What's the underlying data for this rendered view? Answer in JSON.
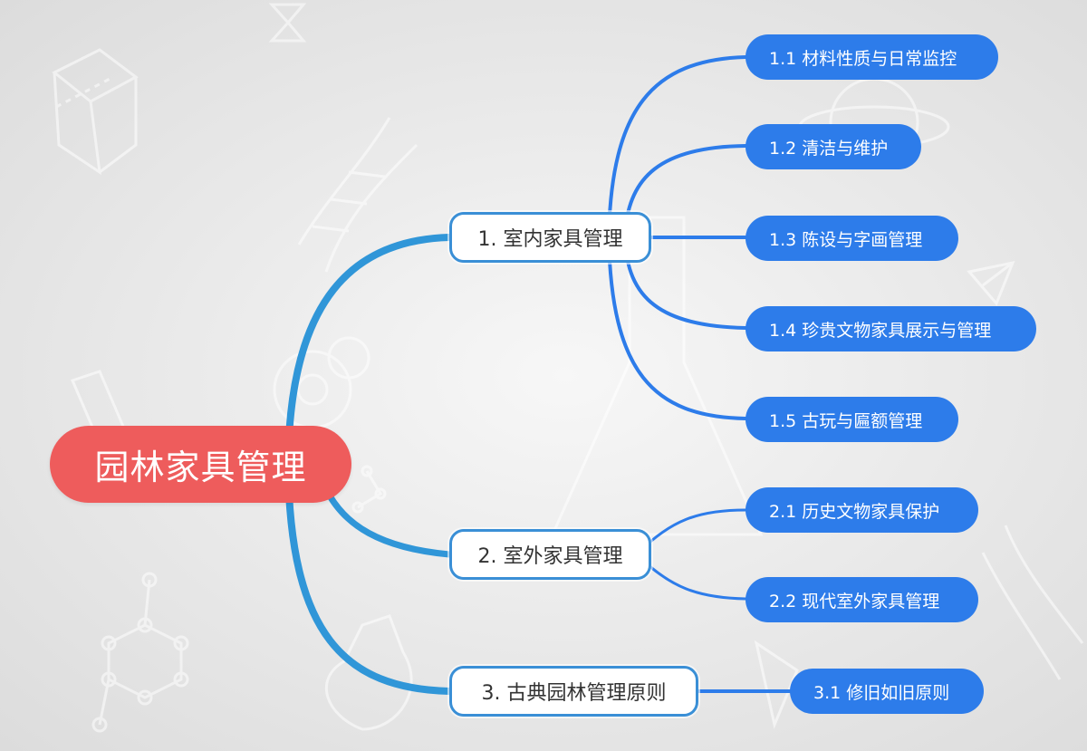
{
  "mindmap": {
    "root": {
      "label": "园林家具管理"
    },
    "branches": [
      {
        "label": "1. 室内家具管理",
        "children": [
          {
            "label": "1.1 材料性质与日常监控"
          },
          {
            "label": "1.2 清洁与维护"
          },
          {
            "label": "1.3 陈设与字画管理"
          },
          {
            "label": "1.4 珍贵文物家具展示与管理"
          },
          {
            "label": "1.5 古玩与匾额管理"
          }
        ]
      },
      {
        "label": "2. 室外家具管理",
        "children": [
          {
            "label": "2.1 历史文物家具保护"
          },
          {
            "label": "2.2 现代室外家具管理"
          }
        ]
      },
      {
        "label": "3. 古典园林管理原则",
        "children": [
          {
            "label": "3.1 修旧如旧原则"
          }
        ]
      }
    ]
  },
  "colors": {
    "root_fill": "#ee5c5c",
    "branch_border": "#3a8fd6",
    "root_connector": "#3096d8",
    "leaf_fill": "#2d7cea",
    "leaf_connector": "#2d7cea"
  }
}
